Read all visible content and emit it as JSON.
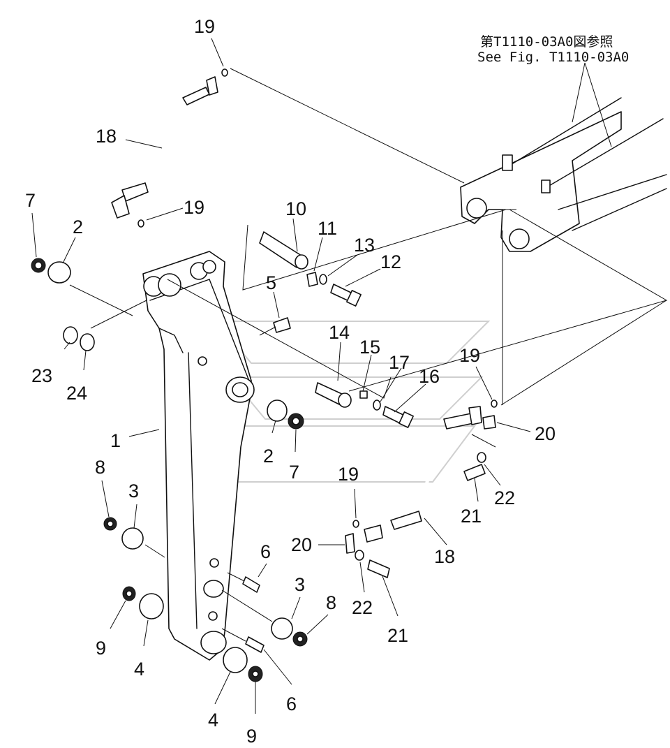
{
  "diagram": {
    "reference": {
      "jp": "第T1110-03A0図参照",
      "en": "See Fig. T1110-03A0"
    },
    "callouts": {
      "c1": "1",
      "c2a": "2",
      "c2b": "2",
      "c3a": "3",
      "c3b": "3",
      "c4a": "4",
      "c4b": "4",
      "c5": "5",
      "c6a": "6",
      "c6b": "6",
      "c7a": "7",
      "c7b": "7",
      "c8a": "8",
      "c8b": "8",
      "c9a": "9",
      "c9b": "9",
      "c10": "10",
      "c11": "11",
      "c12": "12",
      "c13": "13",
      "c14": "14",
      "c15": "15",
      "c16": "16",
      "c17": "17",
      "c18a": "18",
      "c18b": "18",
      "c19a": "19",
      "c19b": "19",
      "c19c": "19",
      "c19d": "19",
      "c20a": "20",
      "c20b": "20",
      "c21a": "21",
      "c21b": "21",
      "c22a": "22",
      "c22b": "22",
      "c23": "23",
      "c24": "24"
    }
  }
}
